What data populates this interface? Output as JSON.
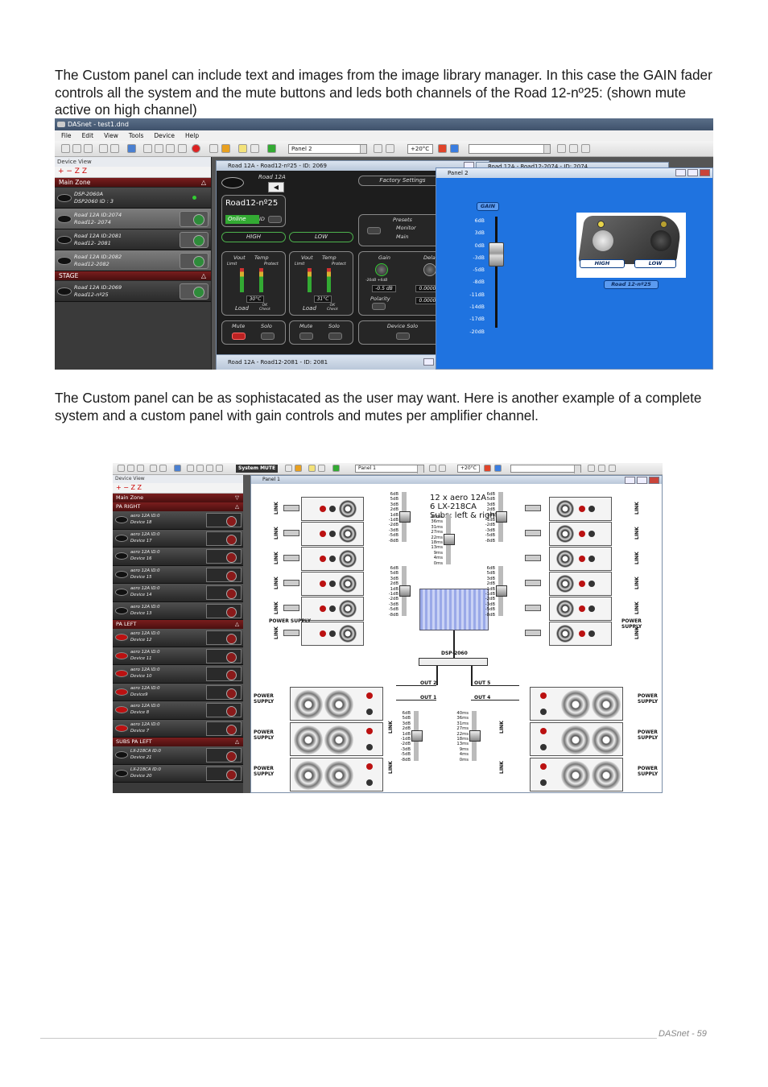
{
  "paragraph1": "The Custom panel can include text and images from the image library manager. In this case the GAIN fader controls all the system and the mute buttons and leds both channels of the Road 12-nº25: (shown mute active on high channel)",
  "paragraph2": "The Custom panel can be as sophistacated as the user may want. Here is another example of a complete system and a custom panel with gain controls and mutes per amplifier channel.",
  "footer": "DASnet  - 59",
  "screenshot1": {
    "app_title": "DASnet - test1.dnd",
    "menu": [
      "File",
      "Edit",
      "View",
      "Tools",
      "Device",
      "Help"
    ],
    "panel_combo": "Panel 2",
    "temp_combo": "+20°C",
    "device_view": {
      "title": "Device View",
      "zones": [
        {
          "name": "Main Zone",
          "devices": [
            {
              "line1": "DSP-2060A",
              "line2": "DSP2060  ID : 3"
            },
            {
              "line1": "Road 12A  ID:2074",
              "line2": "Road12- 2074"
            },
            {
              "line1": "Road 12A  ID:2081",
              "line2": "Road12- 2081"
            },
            {
              "line1": "Road 12A  ID:2082",
              "line2": "Road12-2082"
            }
          ]
        },
        {
          "name": "STAGE",
          "devices": [
            {
              "line1": "Road 12A  ID:2069",
              "line2": "Road12-nº25"
            }
          ]
        }
      ]
    },
    "device_window": {
      "title": "Road 12A - Road12-nº25 - ID: 2069",
      "model": "Road 12A",
      "name": "Road12-nº25",
      "factory": "Factory Settings",
      "online": "Online",
      "id": "ID",
      "high": "HIGH",
      "low": "LOW",
      "presets": "Presets",
      "monitor": "Monitor",
      "main": "Main",
      "vout": "Vout",
      "temp": "Temp",
      "limit": "Limit",
      "protect": "Protect",
      "temp_high": "30°C",
      "temp_low": "31°C",
      "load": "Load",
      "ok": "OK",
      "check": "Check",
      "gain": "Gain",
      "delay": "Dela",
      "gain_range": "-20dB  +6dB",
      "gain_value": "-0.5 dB",
      "delay_value": "0.0000",
      "polarity": "Polarity",
      "mute": "Mute",
      "solo": "Solo",
      "device_solo": "Device Solo"
    },
    "window2_title": "Road 12A - Road12-2081 - ID: 2081",
    "window3_title": "Road 12A - Road12-2074 - ID: 2074",
    "panel": {
      "title": "Panel 2",
      "gain_label": "GAIN",
      "scale": [
        "6dB",
        "3dB",
        "0dB",
        "-3dB",
        "-5dB",
        "-8dB",
        "-11dB",
        "-14dB",
        "-17dB",
        "-20dB"
      ],
      "high_button": "HIGH",
      "low_button": "LOW",
      "device_label": "Road 12-nº25"
    }
  },
  "screenshot2": {
    "panel_combo": "Panel 1",
    "temp_combo": "+20°C",
    "system_mute": "System MUTE",
    "device_view": {
      "title": "Device View",
      "zones": [
        {
          "name": "Main Zone",
          "devices": []
        },
        {
          "name": "PA RIGHT",
          "devices": [
            {
              "line1": "aero 12A  ID:0",
              "line2": "Device 18"
            },
            {
              "line1": "aero 12A  ID:0",
              "line2": "Device 17"
            },
            {
              "line1": "aero 12A  ID:0",
              "line2": "Device 16"
            },
            {
              "line1": "aero 12A  ID:0",
              "line2": "Device 15"
            },
            {
              "line1": "aero 12A  ID:0",
              "line2": "Device 14"
            },
            {
              "line1": "aero 12A  ID:0",
              "line2": "Device 13"
            }
          ]
        },
        {
          "name": "PA LEFT",
          "devices": [
            {
              "line1": "aero 12A  ID:0",
              "line2": "Device 12"
            },
            {
              "line1": "aero 12A  ID:0",
              "line2": "Device 11"
            },
            {
              "line1": "aero 12A  ID:0",
              "line2": "Device 10"
            },
            {
              "line1": "aero 12A  ID:0",
              "line2": "Device9"
            },
            {
              "line1": "aero 12A  ID:0",
              "line2": "Device 8"
            },
            {
              "line1": "aero 12A  ID:0",
              "line2": "Device 7"
            }
          ]
        },
        {
          "name": "SUBS PA LEFT",
          "devices": [
            {
              "line1": "LX-218CA  ID:0",
              "line2": "Device 21"
            },
            {
              "line1": "LX-218CA  ID:0",
              "line2": "Device 20"
            }
          ]
        }
      ]
    },
    "panel": {
      "title": "Panel 1",
      "heading1": "12 x aero 12A",
      "heading2": "6 LX-218CA",
      "heading3": "Subs: left & right",
      "link": "LINK",
      "power_supply": "POWER SUPPLY",
      "dsp": "DSP-2060",
      "out1": "OUT 1",
      "out2": "OUT 2",
      "out4": "OUT 4",
      "out5": "OUT 5",
      "gain_scale": [
        "6dB",
        "5dB",
        "3dB",
        "2dB",
        "1dB",
        "-1dB",
        "-2dB",
        "-3dB",
        "-5dB",
        "-8dB"
      ],
      "delay_scale": [
        "40ms",
        "36ms",
        "31ms",
        "27ms",
        "22ms",
        "18ms",
        "13ms",
        "9ms",
        "4ms",
        "0ms"
      ]
    }
  }
}
